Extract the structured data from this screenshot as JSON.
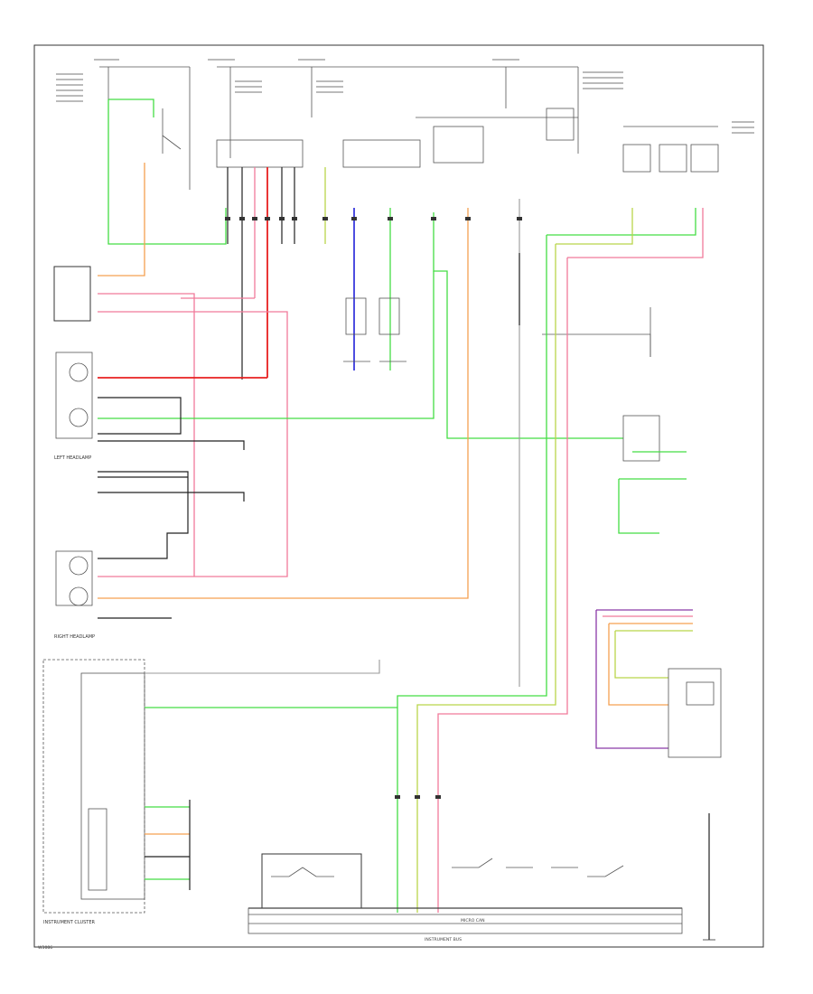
{
  "diagram": {
    "labels": {
      "instrument_cluster": "INSTRUMENT CLUSTER",
      "right_headlamp": "RIGHT HEADLAMP",
      "left_headlamp": "LEFT HEADLAMP",
      "micro_can": "MICRO CAN",
      "instrument_bus": "INSTRUMENT BUS",
      "footer": "W3086"
    },
    "colors": {
      "green": "#44dd44",
      "orange": "#f5a050",
      "pink": "#f07a9a",
      "red": "#e82020",
      "blue": "#3a3adc",
      "purple": "#8a3aa8",
      "yellow_green": "#b9d54a",
      "black": "#222222"
    }
  }
}
